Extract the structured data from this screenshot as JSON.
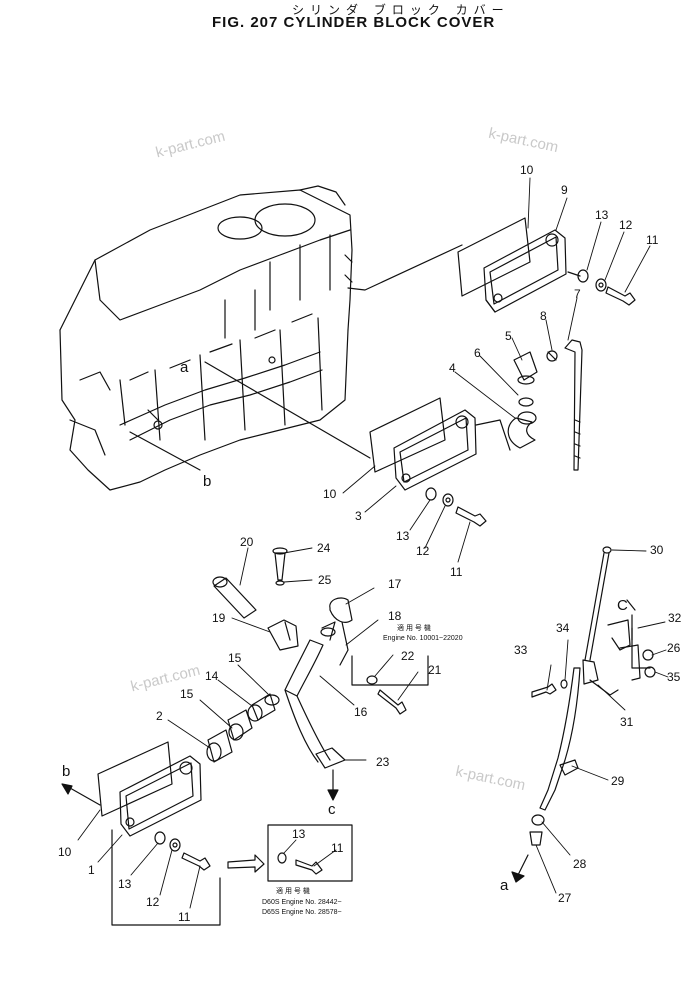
{
  "title": {
    "japanese": "シリンダ ブロック カバー",
    "main": "FIG. 207  CYLINDER BLOCK COVER"
  },
  "watermarks": [
    "k-part.com",
    "k-part.com",
    "k-part.com",
    "k-part.com"
  ],
  "callouts": {
    "c10a": "10",
    "c9": "9",
    "c13a": "13",
    "c12a": "12",
    "c11a": "11",
    "c7": "7",
    "c8": "8",
    "c5": "5",
    "c6": "6",
    "c4": "4",
    "c10b": "10",
    "c3": "3",
    "c13b": "13",
    "c12b": "12",
    "c11b": "11",
    "c20": "20",
    "c24": "24",
    "c25": "25",
    "c17": "17",
    "c18": "18",
    "c19": "19",
    "c22": "22",
    "c21": "21",
    "c16": "16",
    "c15a": "15",
    "c14": "14",
    "c15b": "15",
    "c2": "2",
    "c23": "23",
    "c10c": "10",
    "c1": "1",
    "c13c": "13",
    "c12c": "12",
    "c11c": "11",
    "c13d": "13",
    "c11d": "11",
    "c30": "30",
    "c32": "32",
    "c26": "26",
    "c35": "35",
    "c34": "34",
    "c33": "33",
    "c31": "31",
    "c29": "29",
    "c28": "28",
    "c27": "27"
  },
  "letters": {
    "a_block": "a",
    "b_block": "b",
    "b_left": "b",
    "c_pipe": "c",
    "c_gauge": "C",
    "a_bottom": "a"
  },
  "notes": {
    "applic_jp_1": "適 用 号 機",
    "engine_1": "Engine No. 10001~22020",
    "applic_jp_2": "適 用 号 機",
    "engine_2": "D60S Engine No. 28442~",
    "engine_3": "D65S Engine No. 28578~"
  }
}
